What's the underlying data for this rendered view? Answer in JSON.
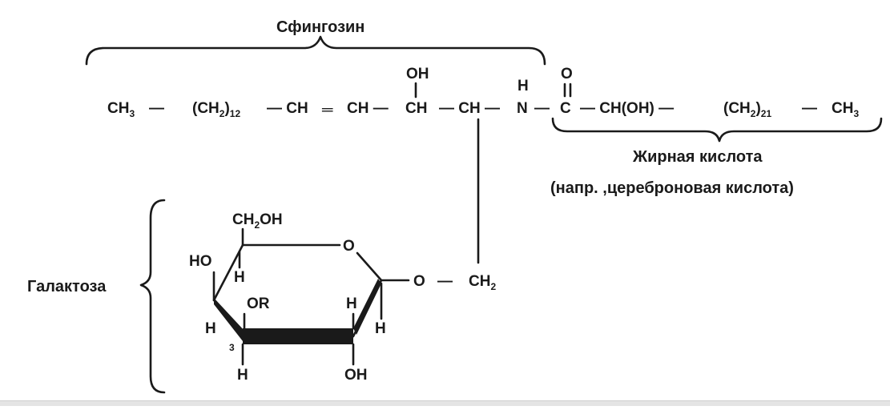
{
  "labels": {
    "sphingosine": "Сфингозин",
    "fatty_acid": "Жирная кислота",
    "fatty_acid_example": "(напр. ,цереброновая кислота)",
    "galactose": "Галактоза"
  },
  "chain": {
    "ch3_left": "CH",
    "ch3_left_sub": "3",
    "ch2_12": "(CH",
    "ch2_12_sub": "2",
    "ch2_12_close": ")",
    "ch2_12_count": "12",
    "dash1": "—",
    "ch_a": "— CH",
    "double_bond": "═",
    "ch_b": "CH —",
    "ch_c": "CH",
    "ch_c_oh": "OH",
    "ch_d": "— CH —",
    "nh_n": "N",
    "nh_h": "H",
    "dash_n": "—",
    "c": "C",
    "c_o": "O",
    "c_dbl": "II",
    "choh": "— CH(OH) —",
    "ch2_21": "(CH",
    "ch2_21_sub": "2",
    "ch2_21_close": ")",
    "ch2_21_count": "21",
    "dash_end": "—",
    "ch3_right": "CH",
    "ch3_right_sub": "3"
  },
  "ring": {
    "ch2oh": "CH",
    "ch2oh_sub": "2",
    "ch2oh_tail": "OH",
    "ring_o": "O",
    "ho": "HO",
    "h1": "H",
    "or": "OR",
    "h2": "H",
    "h3": "H",
    "h4": "H",
    "three": "3",
    "h5": "H",
    "oh_bottom": "OH",
    "link_o": "O",
    "link_dash": "—",
    "link_ch2": "CH",
    "link_ch2_sub": "2"
  }
}
